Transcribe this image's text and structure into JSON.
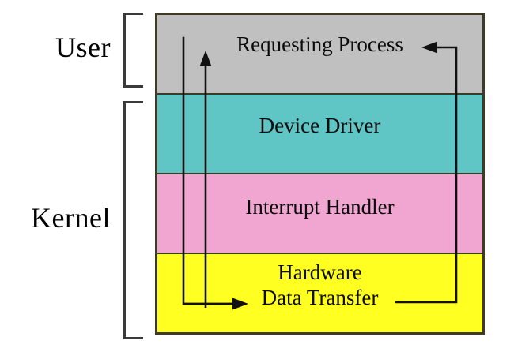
{
  "diagram": {
    "title_side_labels": {
      "user": "User",
      "kernel": "Kernel"
    },
    "layers": [
      {
        "id": "requesting-process",
        "label": "Requesting Process",
        "color": "#C0C0C0",
        "mode": "user"
      },
      {
        "id": "device-driver",
        "label": "Device Driver",
        "color": "#5FC5C5",
        "mode": "kernel"
      },
      {
        "id": "interrupt-handler",
        "label": "Interrupt Handler",
        "color": "#F0A6D0",
        "mode": "kernel"
      },
      {
        "id": "hardware",
        "label": "Hardware",
        "label_line2": "Data Transfer",
        "color": "#FFFF22",
        "mode": "kernel"
      }
    ],
    "colors": {
      "user_band": "#C0C0C0",
      "device_driver_band": "#5FC5C5",
      "interrupt_handler_band": "#F0A6D0",
      "hardware_band": "#FFFF22",
      "outline": "#3d3a28",
      "bracket": "#3a3a3a",
      "arrow": "#111111",
      "background": "#FFFFFF"
    },
    "arrows": [
      {
        "id": "request-down",
        "description": "plain line from Requesting Process down to Data Transfer",
        "has_head": false
      },
      {
        "id": "completion-up",
        "description": "line from Data Transfer up to Requesting Process with upward arrowhead",
        "has_head": true,
        "head_direction": "up"
      },
      {
        "id": "interrupt-return",
        "description": "line from Data Transfer right side up and left into Requesting Process with leftward arrowhead",
        "has_head": true,
        "head_direction": "left"
      }
    ]
  }
}
